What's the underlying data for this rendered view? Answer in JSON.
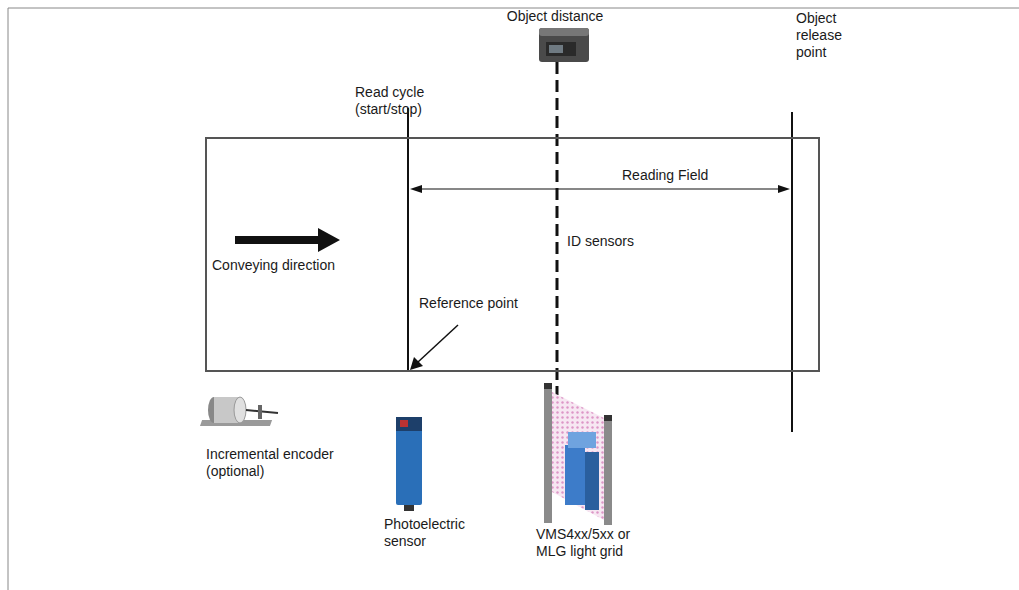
{
  "diagram": {
    "nodes": [
      {
        "text": [
          "Reading Field",
          "ID sensors",
          "Conveying direction",
          "Reference point"
        ]
      }
    ],
    "labels": [
      "Read cycle (start/stop)",
      "Object distance",
      "Object release point",
      "Incremental encoder (optional)",
      "Photoelectric sensor",
      "VMS4xx/5xx or MLG light grid"
    ]
  }
}
